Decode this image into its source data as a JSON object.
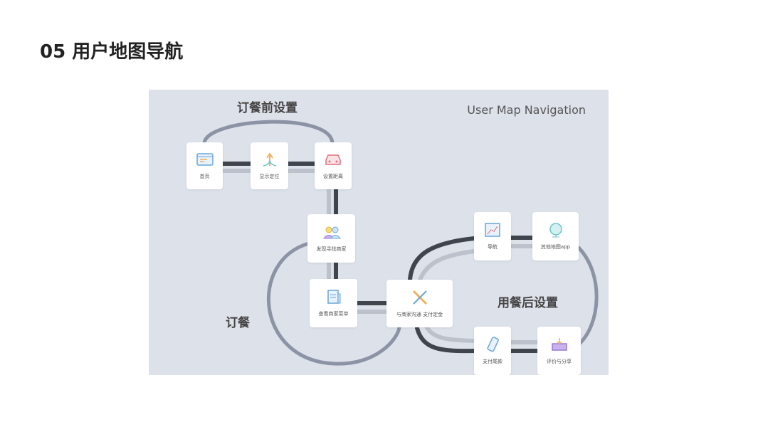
{
  "title": "05 用户地图导航",
  "diagram": {
    "english_title": "User Map Navigation",
    "sections": {
      "before": "订餐前设置",
      "order": "订餐",
      "after": "用餐后设置"
    },
    "steps": [
      {
        "label": "首页",
        "icon": "browser-window-icon"
      },
      {
        "label": "显示定位",
        "icon": "location-arrow-icon"
      },
      {
        "label": "设置距离",
        "icon": "car-icon"
      },
      {
        "label": "发现寻找商家",
        "icon": "people-icon"
      },
      {
        "label": "查看商家菜单",
        "icon": "menu-document-icon"
      },
      {
        "label": "与商家沟通 支付定金",
        "icon": "knife-fork-icon"
      },
      {
        "label": "导航",
        "icon": "route-map-icon"
      },
      {
        "label": "其他地图app",
        "icon": "globe-icon"
      },
      {
        "label": "支付尾款",
        "icon": "phone-icon"
      },
      {
        "label": "评价与分享",
        "icon": "inbox-share-icon"
      }
    ]
  }
}
